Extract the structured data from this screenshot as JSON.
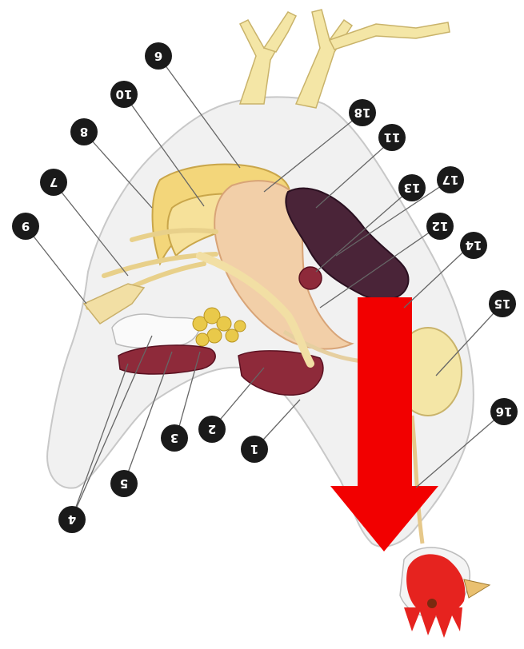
{
  "callouts": [
    {
      "id": "1",
      "text": "1"
    },
    {
      "id": "2",
      "text": "2"
    },
    {
      "id": "3",
      "text": "3"
    },
    {
      "id": "4",
      "text": "4"
    },
    {
      "id": "5",
      "text": "5"
    },
    {
      "id": "6",
      "text": "6"
    },
    {
      "id": "7",
      "text": "7"
    },
    {
      "id": "8",
      "text": "8"
    },
    {
      "id": "9",
      "text": "9"
    },
    {
      "id": "10",
      "text": "10"
    },
    {
      "id": "11",
      "text": "11"
    },
    {
      "id": "12",
      "text": "12"
    },
    {
      "id": "13",
      "text": "13"
    },
    {
      "id": "14",
      "text": "14"
    },
    {
      "id": "15",
      "text": "15"
    },
    {
      "id": "16",
      "text": "16"
    },
    {
      "id": "17",
      "text": "17"
    },
    {
      "id": "18",
      "text": "18"
    }
  ],
  "colors": {
    "body_fill": "#f1f1f1",
    "body_outline": "#c8c8c8",
    "leg_fill": "#f4e6a6",
    "yellow_organ": "#f3d67a",
    "liver_pink": "#f2cfa8",
    "dark_organ": "#4a2438",
    "maroon_organ": "#8e2a3a",
    "comb_red": "#e6231f",
    "arrow_red": "#f20000",
    "callout_circle": "#1a1a1a",
    "callout_text": "#ffffff",
    "leader_line": "#666666"
  },
  "arrow": {
    "direction": "down"
  }
}
